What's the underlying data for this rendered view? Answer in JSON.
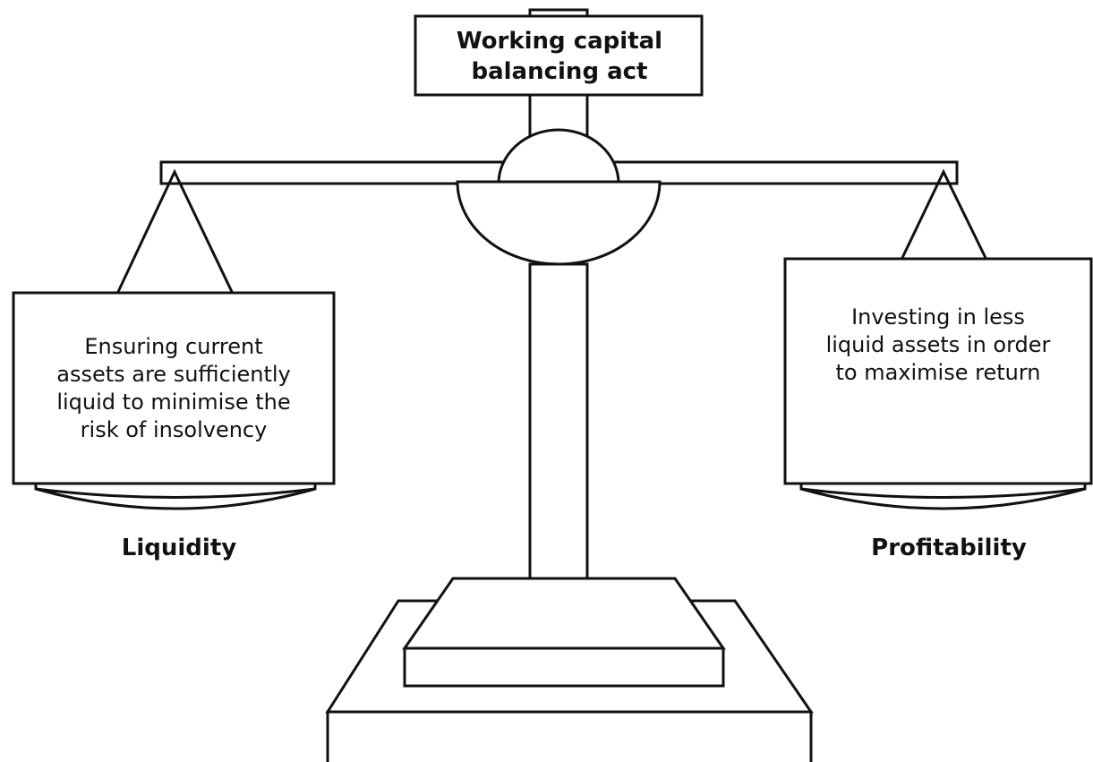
{
  "diagram": {
    "title": "Working capital\nbalancing act",
    "left_pan": {
      "description": "Ensuring current\nassets are sufficiently\nliquid to minimise the\nrisk of insolvency",
      "label": "Liquidity"
    },
    "right_pan": {
      "description": "Investing in less\nliquid assets in order\nto maximise return",
      "label": "Profitability"
    }
  }
}
